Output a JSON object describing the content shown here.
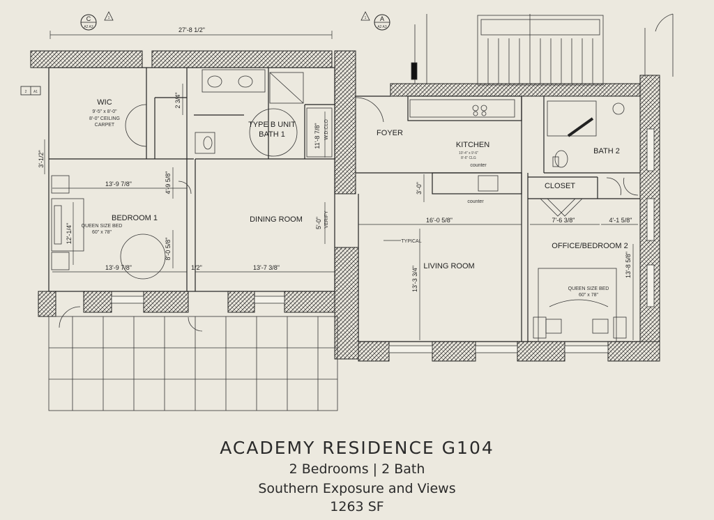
{
  "rooms": {
    "wic": "WIC",
    "wic_dims": "9'-5\" x 8'-0\"",
    "wic_ceiling": "8'-0\" CEILING",
    "wic_floor": "CARPET",
    "bath1_line1": "TYPE B UNIT",
    "bath1_line2": "BATH 1",
    "wdclo": "W.D.CLO",
    "foyer": "FOYER",
    "kitchen": "KITCHEN",
    "kitchen_dims": "10'-4\" x 9'-6\"",
    "kitchen_ceiling": "8'-6\" CLG",
    "counter_upper": "counter",
    "counter_lower": "counter",
    "bath2": "BATH 2",
    "closet": "CLOSET",
    "bedroom1": "BEDROOM 1",
    "bed1_size": "QUEEN SIZE BED",
    "bed1_dims": "60\" x 78\"",
    "dining": "DINING ROOM",
    "verify": "VERIFY",
    "living": "LIVING ROOM",
    "typical": "TYPICAL",
    "office": "OFFICE/BEDROOM 2",
    "bed2_size": "QUEEN SIZE BED",
    "bed2_dims": "60\" x 78\""
  },
  "markers": {
    "left_letter": "C",
    "left_sheets": "A2 A3",
    "right_letter": "A",
    "right_sheets": "A2 A3",
    "side_number": "2",
    "side_sheet": "A1",
    "triangle": "1"
  },
  "dimensions": {
    "overall_top": "27'-8 1/2\"",
    "bed1_width_top": "13'-9 7/8\"",
    "bed1_width_bottom": "13'-9 7/8\"",
    "dining_width": "13'-7 3/8\"",
    "living_width": "16'-0 5/8\"",
    "living_height": "13'-3 3/4\"",
    "office_width": "7'-6 3/8\"",
    "office_width_right": "4'-1 5/8\"",
    "office_height": "13'-8 5/8\"",
    "bath1_height": "11'-8 7/8\"",
    "dining_height": "5'-0\"",
    "counter_height": "3'-0\"",
    "bed1_height": "12'-1/4\"",
    "left_height": "3'-1/2\"",
    "wic_wall": "2 3/4\"",
    "hall_a": "4'-9 5/8\"",
    "hall_b": "8'-0 5/8\"",
    "hall_gap": "1/2\""
  },
  "caption": {
    "title": "ACADEMY RESIDENCE G104",
    "line1": "2 Bedrooms  |  2 Bath",
    "line2": "Southern Exposure and Views",
    "line3": "1263 SF"
  }
}
